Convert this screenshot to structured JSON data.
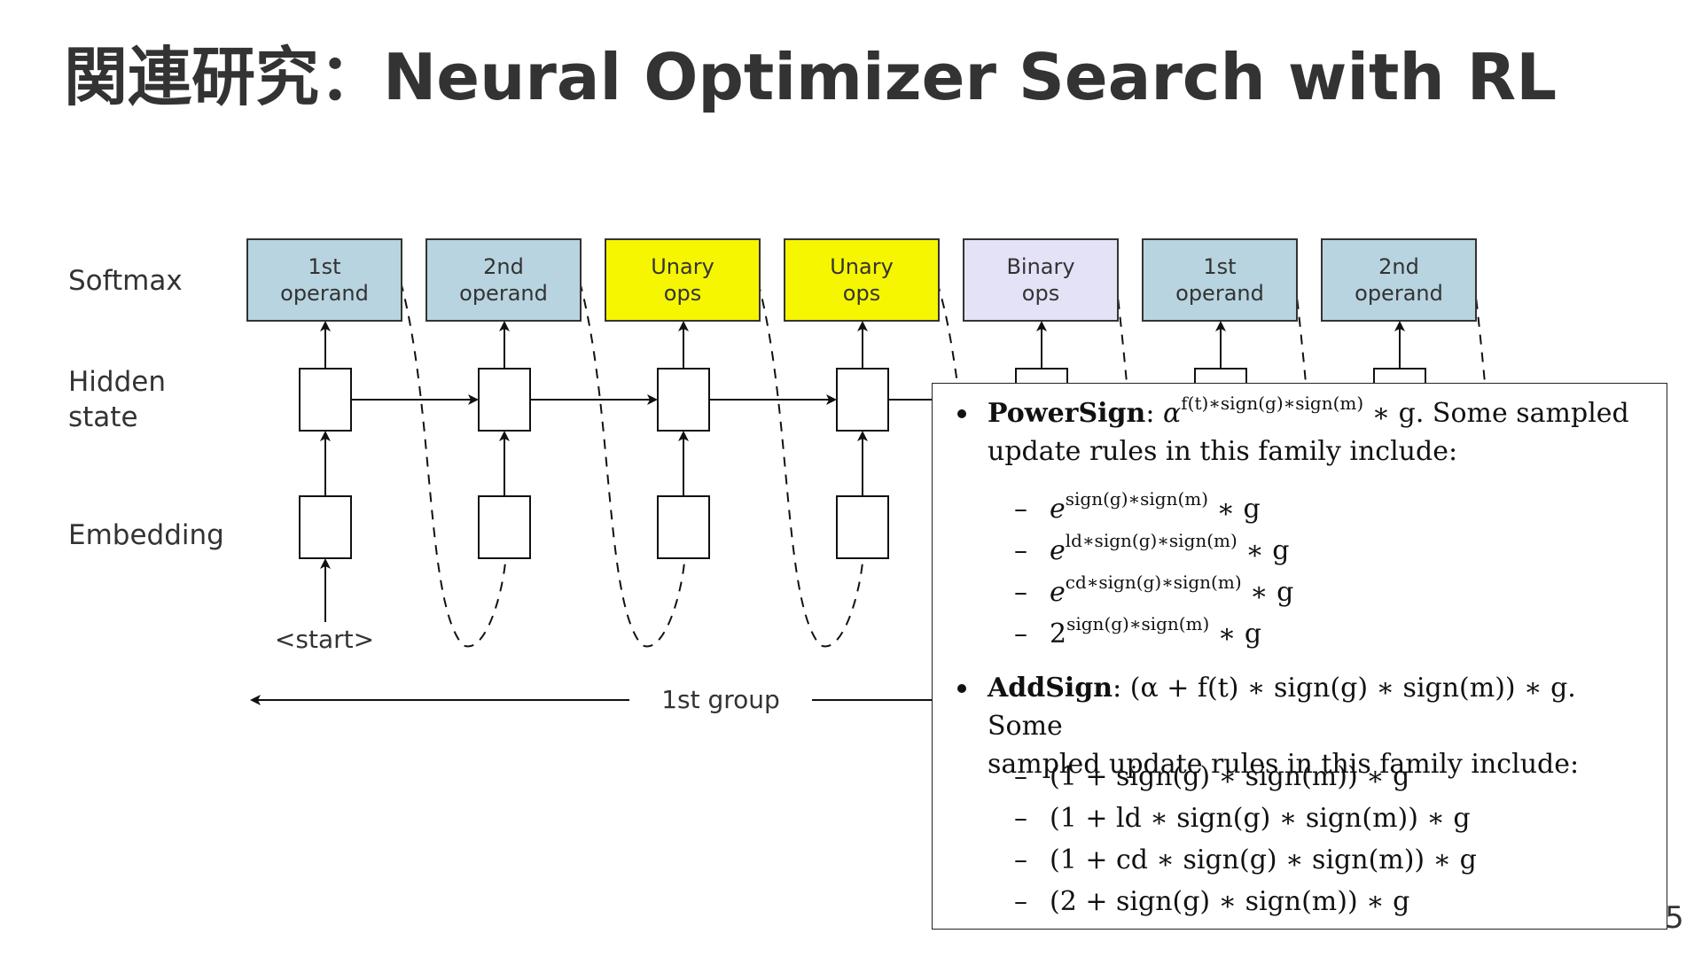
{
  "slide": {
    "title": "関連研究：Neural Optimizer Search with RL",
    "page_number": "5"
  },
  "diagram": {
    "row_labels": {
      "softmax": "Softmax",
      "hidden_line1": "Hidden",
      "hidden_line2": "state",
      "embedding": "Embedding"
    },
    "softmax_boxes": [
      {
        "line1": "1st",
        "line2": "operand",
        "color": "#b8d4e0"
      },
      {
        "line1": "2nd",
        "line2": "operand",
        "color": "#b8d4e0"
      },
      {
        "line1": "Unary",
        "line2": "ops",
        "color": "#f6f600"
      },
      {
        "line1": "Unary",
        "line2": "ops",
        "color": "#f6f600"
      },
      {
        "line1": "Binary",
        "line2": "ops",
        "color": "#e4e2f6"
      },
      {
        "line1": "1st",
        "line2": "operand",
        "color": "#b8d4e0"
      },
      {
        "line1": "2nd",
        "line2": "operand",
        "color": "#b8d4e0"
      }
    ],
    "start_label": "<start>",
    "group_label": "1st group"
  },
  "formulas": {
    "powersign": {
      "name": "PowerSign",
      "base": "α",
      "exponent": "f(t)∗sign(g)∗sign(m)",
      "suffix": " ∗ g. Some sampled",
      "line2": "update rules in this family include:",
      "rules": [
        {
          "base": "e",
          "exp": "sign(g)∗sign(m)",
          "tail": " ∗ g"
        },
        {
          "base": "e",
          "exp": "ld∗sign(g)∗sign(m)",
          "tail": " ∗ g"
        },
        {
          "base": "e",
          "exp": "cd∗sign(g)∗sign(m)",
          "tail": " ∗ g"
        },
        {
          "base": "2",
          "exp": "sign(g)∗sign(m)",
          "tail": " ∗ g"
        }
      ]
    },
    "addsign": {
      "name": "AddSign",
      "expr": "(α + f(t) ∗ sign(g) ∗ sign(m)) ∗ g. Some",
      "line2": "sampled update rules in this family include:",
      "rules": [
        "(1 + sign(g) ∗ sign(m)) ∗ g",
        "(1 + ld ∗ sign(g) ∗ sign(m)) ∗ g",
        "(1 + cd ∗ sign(g) ∗ sign(m)) ∗ g",
        "(2 + sign(g) ∗ sign(m)) ∗ g"
      ]
    },
    "dash": "–"
  }
}
